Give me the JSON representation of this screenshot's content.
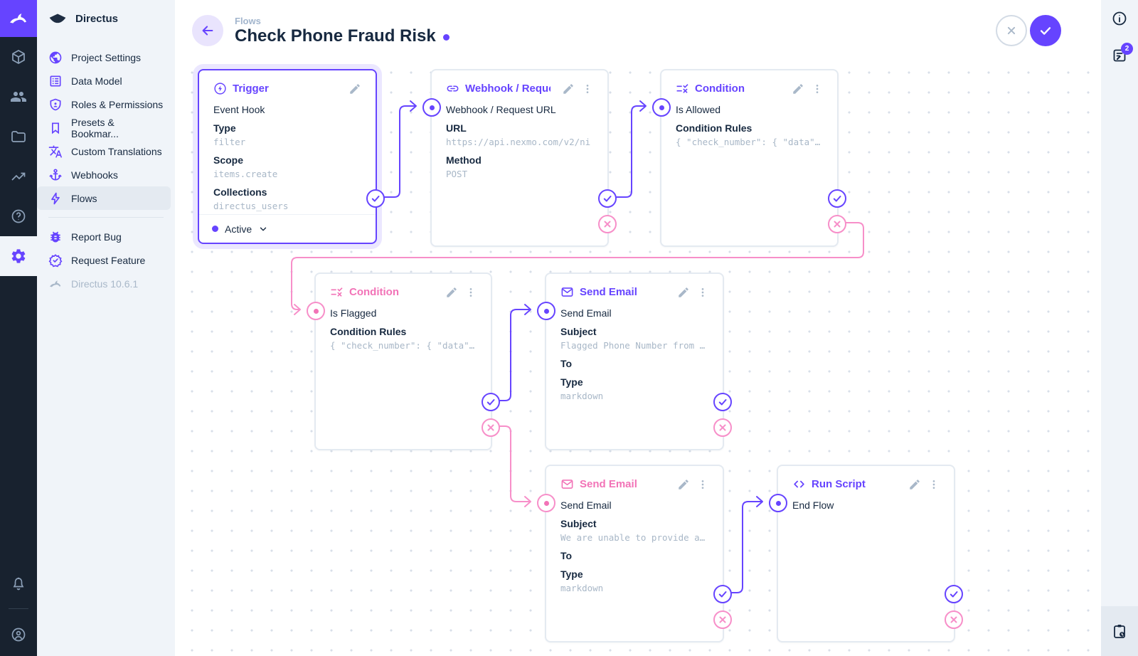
{
  "colors": {
    "accent": "#6644FF",
    "reject_pink": "#F273B7",
    "dark_text": "#172940",
    "subdued": "#A2B5CD"
  },
  "module_bar": {
    "modules": [
      "content",
      "users",
      "files",
      "insights",
      "docs",
      "settings"
    ],
    "active_module": "settings",
    "bottom": [
      "notifications",
      "account"
    ]
  },
  "nav": {
    "project_name": "Directus",
    "items": [
      {
        "label": "Project Settings",
        "icon": "globe"
      },
      {
        "label": "Data Model",
        "icon": "list-alt"
      },
      {
        "label": "Roles & Permissions",
        "icon": "shield-person"
      },
      {
        "label": "Presets & Bookmar...",
        "icon": "bookmark"
      },
      {
        "label": "Custom Translations",
        "icon": "translate"
      },
      {
        "label": "Webhooks",
        "icon": "anchor"
      },
      {
        "label": "Flows",
        "icon": "bolt",
        "active": true
      }
    ],
    "secondary_items": [
      {
        "label": "Report Bug",
        "icon": "bug"
      },
      {
        "label": "Request Feature",
        "icon": "badge-check"
      }
    ],
    "version": "Directus 10.6.1"
  },
  "header": {
    "breadcrumb": "Flows",
    "title": "Check Phone Fraud Risk",
    "has_unsaved_changes": true
  },
  "right_bar": {
    "notifications_badge": "2"
  },
  "flow": {
    "nodes": [
      {
        "key": "trigger",
        "title": "Trigger",
        "accent": "purple",
        "status": "Active",
        "rows": [
          "Event Hook",
          "Type",
          "filter",
          "Scope",
          "items.create",
          "Collections",
          "directus_users"
        ]
      },
      {
        "key": "webhook",
        "title": "Webhook / Request URL",
        "accent": "purple",
        "rows": [
          "Webhook / Request URL",
          "URL",
          "https://api.nexmo.com/v2/ni",
          "Method",
          "POST"
        ]
      },
      {
        "key": "condition-allowed",
        "title": "Condition",
        "accent": "purple",
        "rows": [
          "Is Allowed",
          "Condition Rules",
          "{ \"check_number\": { \"data\"…"
        ]
      },
      {
        "key": "condition-flagged",
        "title": "Condition",
        "accent": "pink",
        "rows": [
          "Is Flagged",
          "Condition Rules",
          "{ \"check_number\": { \"data\"…"
        ]
      },
      {
        "key": "send-email-flagged",
        "title": "Send Email",
        "accent": "purple",
        "rows": [
          "Send Email",
          "Subject",
          "Flagged Phone Number from …",
          "To",
          "Type",
          "markdown"
        ]
      },
      {
        "key": "send-email-unable",
        "title": "Send Email",
        "accent": "pink",
        "rows": [
          "Send Email",
          "Subject",
          "We are unable to provide a…",
          "To",
          "Type",
          "markdown"
        ]
      },
      {
        "key": "run-script",
        "title": "Run Script",
        "accent": "purple",
        "rows": [
          "End Flow"
        ]
      }
    ],
    "edges": [
      {
        "from": "trigger",
        "output": "resolve",
        "to": "webhook"
      },
      {
        "from": "webhook",
        "output": "resolve",
        "to": "condition-allowed"
      },
      {
        "from": "condition-allowed",
        "output": "reject",
        "to": "condition-flagged"
      },
      {
        "from": "condition-flagged",
        "output": "resolve",
        "to": "send-email-flagged"
      },
      {
        "from": "condition-flagged",
        "output": "reject",
        "to": "send-email-unable"
      },
      {
        "from": "send-email-unable",
        "output": "resolve",
        "to": "run-script"
      }
    ]
  }
}
